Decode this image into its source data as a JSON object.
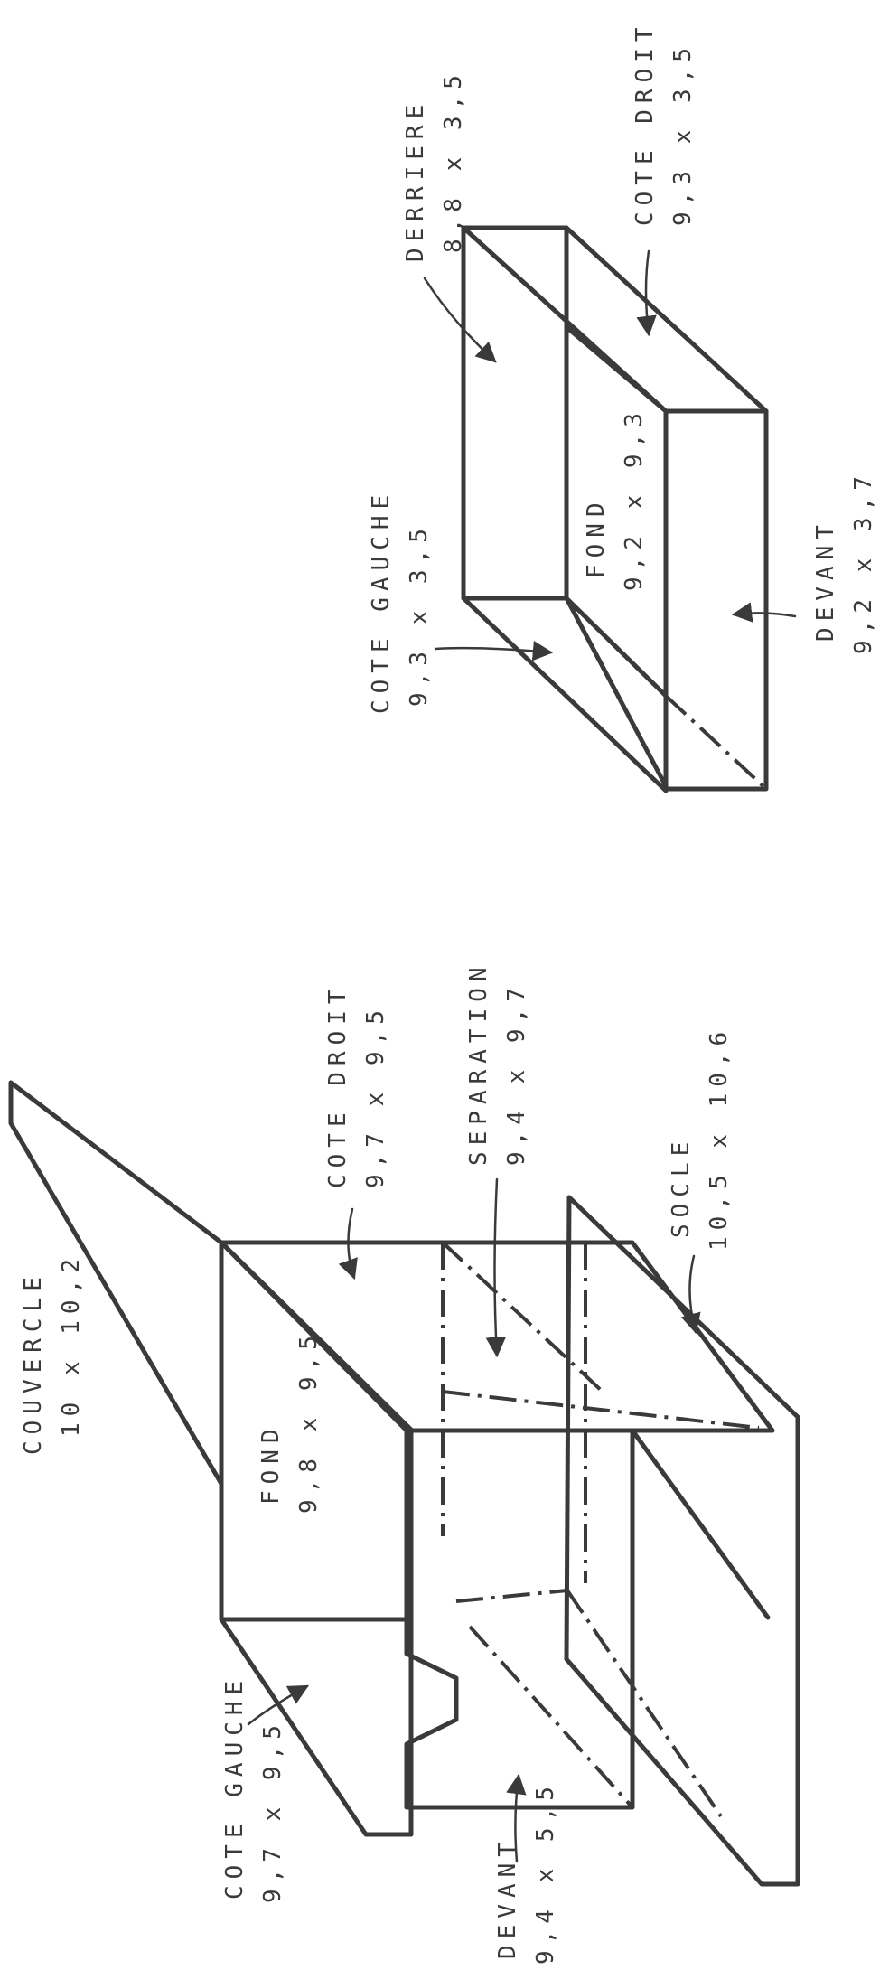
{
  "drawing1": {
    "couvercle": {
      "name": "COUVERCLE",
      "dims": "10 x 10,2"
    },
    "fond": {
      "name": "FOND",
      "dims": "9,8 x 9,5"
    },
    "cote_droit": {
      "name": "COTE DROIT",
      "dims": "9,7 x 9,5"
    },
    "separation": {
      "name": "SEPARATION",
      "dims": "9,4 x 9,7"
    },
    "socle": {
      "name": "SOCLE",
      "dims": "10,5 x 10,6"
    },
    "cote_gauche": {
      "name": "COTE GAUCHE",
      "dims": "9,7 x 9,5"
    },
    "devant": {
      "name": "DEVANT",
      "dims": "9,4 x 5,5"
    }
  },
  "drawing2": {
    "derriere": {
      "name": "DERRIERE",
      "dims": "8,8 x 3,5"
    },
    "cote_droit": {
      "name": "COTE DROIT",
      "dims": "9,3 x 3,5"
    },
    "fond": {
      "name": "FOND",
      "dims": "9,2 x 9,3"
    },
    "cote_gauche": {
      "name": "COTE GAUCHE",
      "dims": "9,3 x 3,5"
    },
    "devant": {
      "name": "DEVANT",
      "dims": "9,2 x 3,7"
    }
  }
}
